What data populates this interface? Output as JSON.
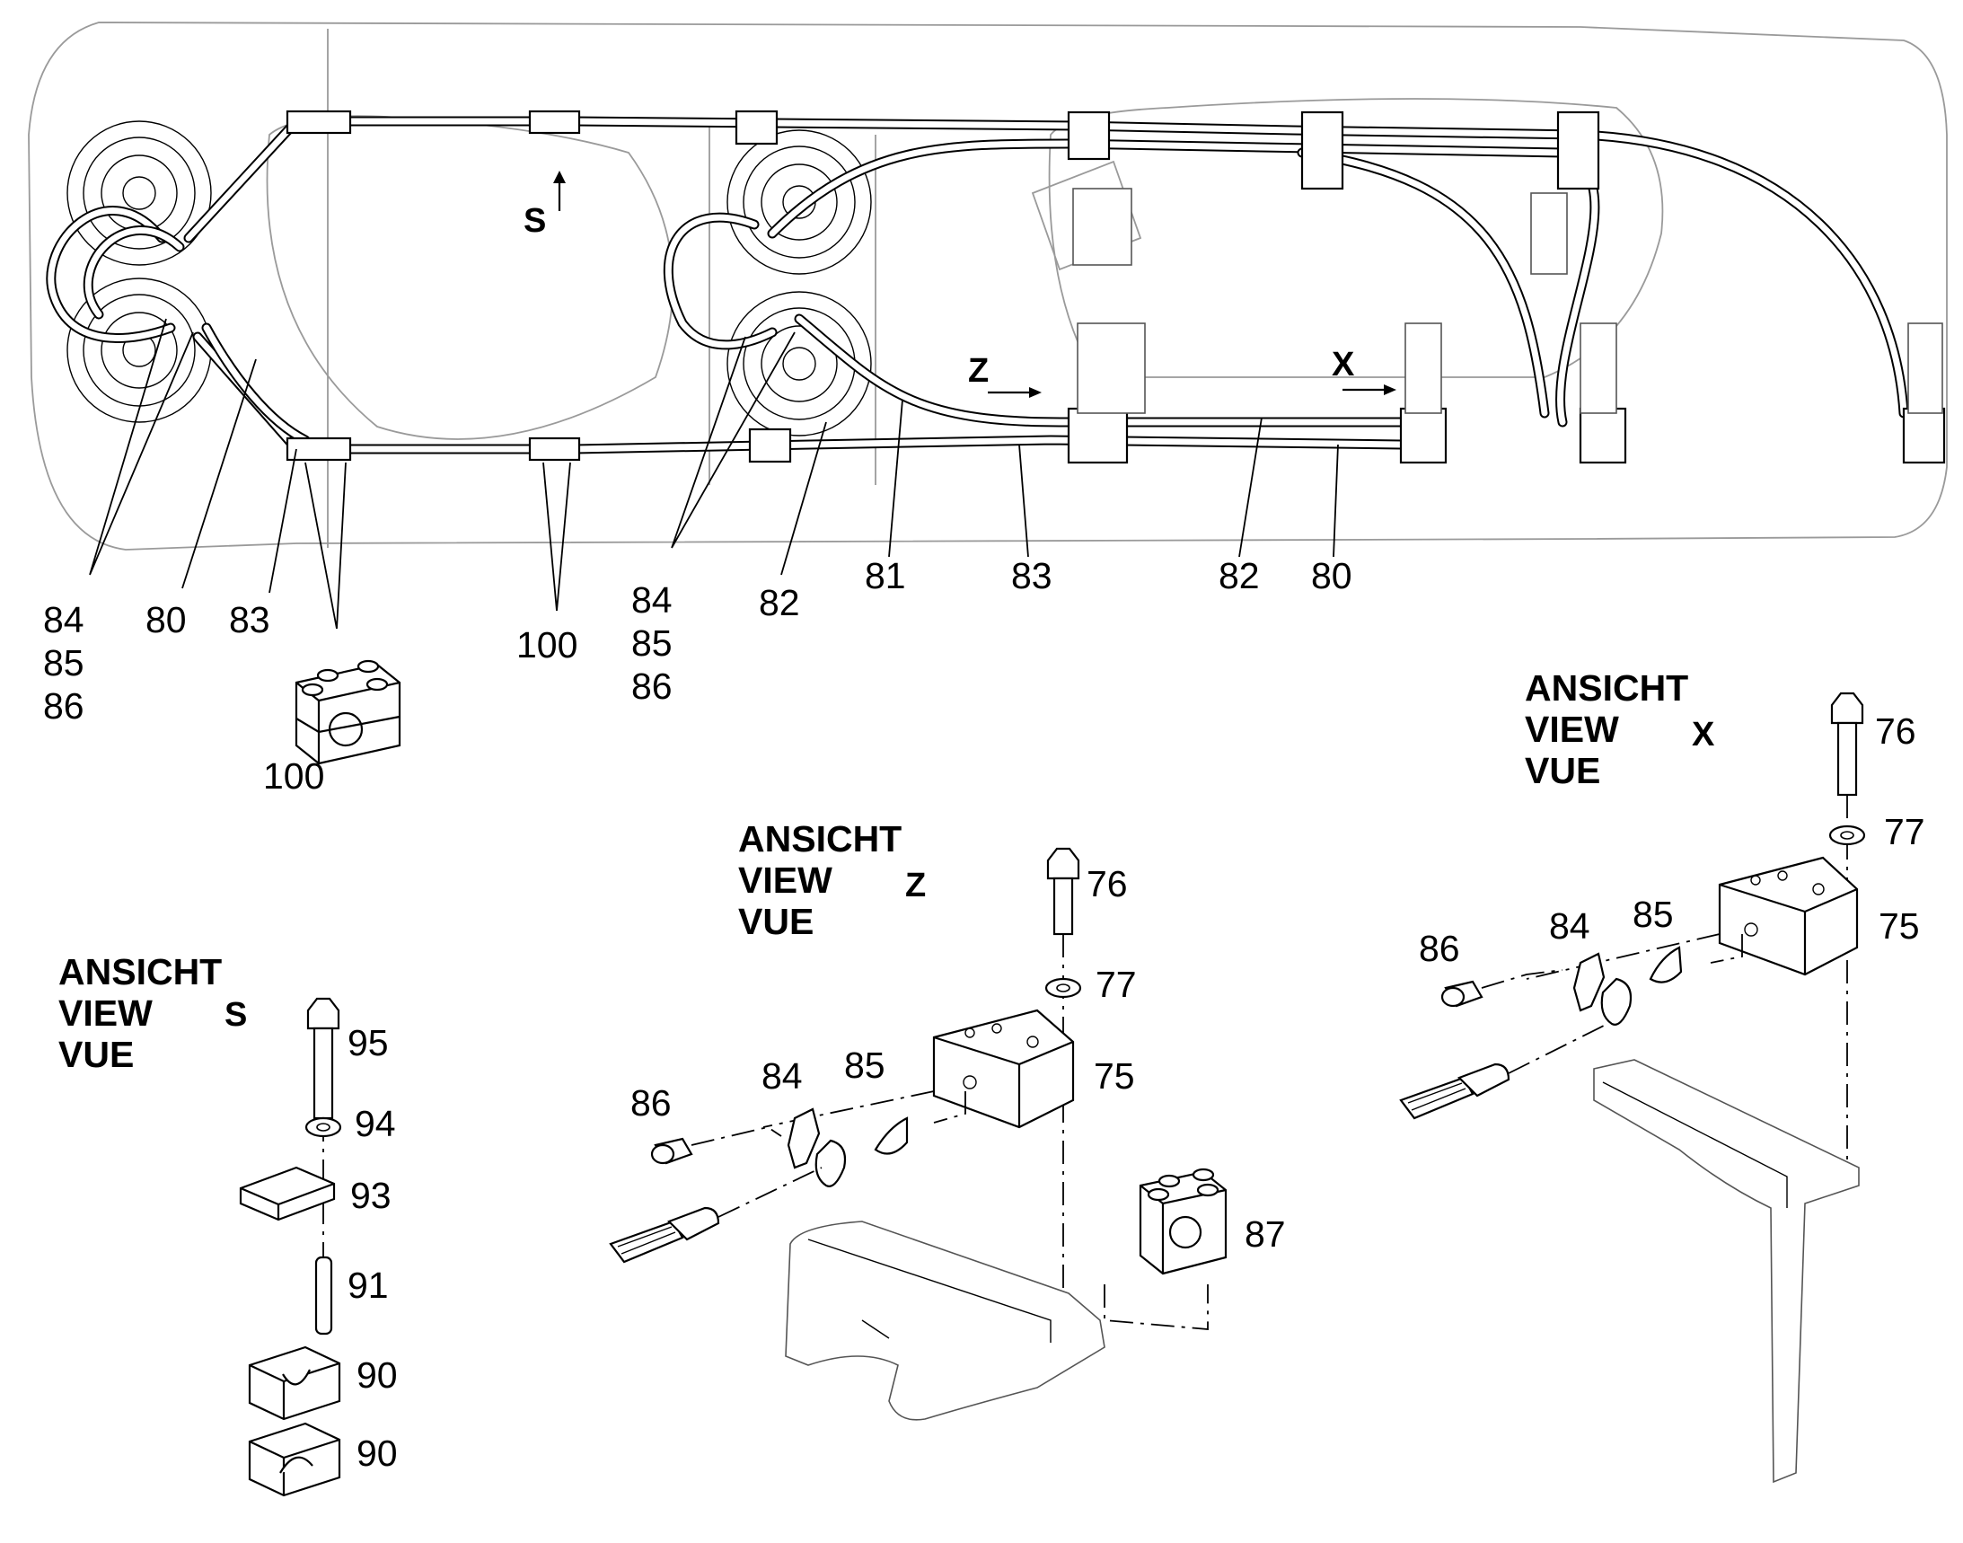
{
  "views": {
    "s": {
      "title": [
        "ANSICHT",
        "VIEW",
        "VUE"
      ],
      "letter": "S"
    },
    "z": {
      "title": [
        "ANSICHT",
        "VIEW",
        "VUE"
      ],
      "letter": "Z"
    },
    "x": {
      "title": [
        "ANSICHT",
        "VIEW",
        "VUE"
      ],
      "letter": "X"
    }
  },
  "markers": {
    "s": "S",
    "z": "Z",
    "x": "X"
  },
  "callouts": {
    "main": [
      {
        "id": "m84a",
        "label": "84"
      },
      {
        "id": "m85a",
        "label": "85"
      },
      {
        "id": "m86a",
        "label": "86"
      },
      {
        "id": "m80a",
        "label": "80"
      },
      {
        "id": "m83a",
        "label": "83"
      },
      {
        "id": "m100a",
        "label": "100"
      },
      {
        "id": "m100b",
        "label": "100"
      },
      {
        "id": "m84b",
        "label": "84"
      },
      {
        "id": "m85b",
        "label": "85"
      },
      {
        "id": "m86b",
        "label": "86"
      },
      {
        "id": "m82a",
        "label": "82"
      },
      {
        "id": "m81",
        "label": "81"
      },
      {
        "id": "m83b",
        "label": "83"
      },
      {
        "id": "m82b",
        "label": "82"
      },
      {
        "id": "m80b",
        "label": "80"
      }
    ],
    "view_s": [
      {
        "id": "s95",
        "label": "95"
      },
      {
        "id": "s94",
        "label": "94"
      },
      {
        "id": "s93",
        "label": "93"
      },
      {
        "id": "s91",
        "label": "91"
      },
      {
        "id": "s90a",
        "label": "90"
      },
      {
        "id": "s90b",
        "label": "90"
      }
    ],
    "view_z": [
      {
        "id": "z76",
        "label": "76"
      },
      {
        "id": "z77",
        "label": "77"
      },
      {
        "id": "z75",
        "label": "75"
      },
      {
        "id": "z86",
        "label": "86"
      },
      {
        "id": "z84",
        "label": "84"
      },
      {
        "id": "z85",
        "label": "85"
      },
      {
        "id": "z87",
        "label": "87"
      }
    ],
    "view_x": [
      {
        "id": "x76",
        "label": "76"
      },
      {
        "id": "x77",
        "label": "77"
      },
      {
        "id": "x75",
        "label": "75"
      },
      {
        "id": "x86",
        "label": "86"
      },
      {
        "id": "x84",
        "label": "84"
      },
      {
        "id": "x85",
        "label": "85"
      }
    ]
  }
}
